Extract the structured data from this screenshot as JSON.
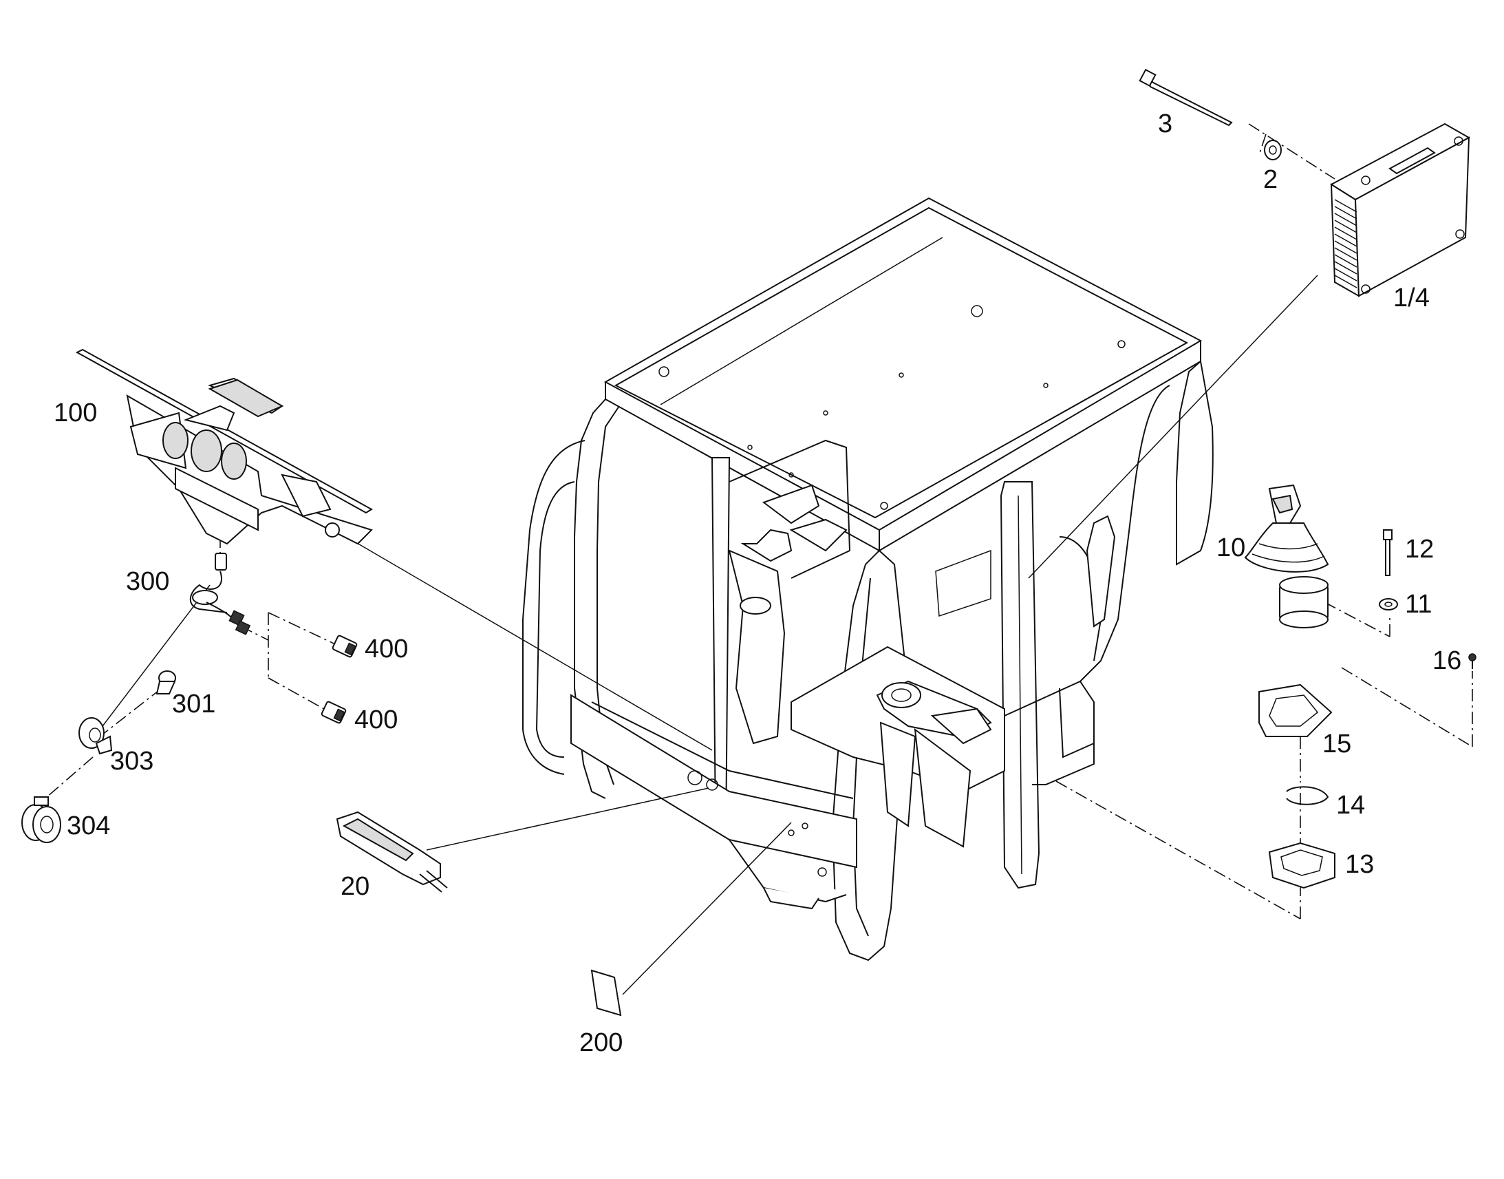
{
  "diagram": {
    "callouts": [
      {
        "id": "3",
        "text": "3"
      },
      {
        "id": "2",
        "text": "2"
      },
      {
        "id": "1_4",
        "text": "1/4"
      },
      {
        "id": "100",
        "text": "100"
      },
      {
        "id": "300",
        "text": "300"
      },
      {
        "id": "400a",
        "text": "400"
      },
      {
        "id": "301",
        "text": "301"
      },
      {
        "id": "400b",
        "text": "400"
      },
      {
        "id": "303",
        "text": "303"
      },
      {
        "id": "304",
        "text": "304"
      },
      {
        "id": "20",
        "text": "20"
      },
      {
        "id": "200",
        "text": "200"
      },
      {
        "id": "10",
        "text": "10"
      },
      {
        "id": "12",
        "text": "12"
      },
      {
        "id": "11",
        "text": "11"
      },
      {
        "id": "16",
        "text": "16"
      },
      {
        "id": "15",
        "text": "15"
      },
      {
        "id": "14",
        "text": "14"
      },
      {
        "id": "13",
        "text": "13"
      }
    ]
  }
}
